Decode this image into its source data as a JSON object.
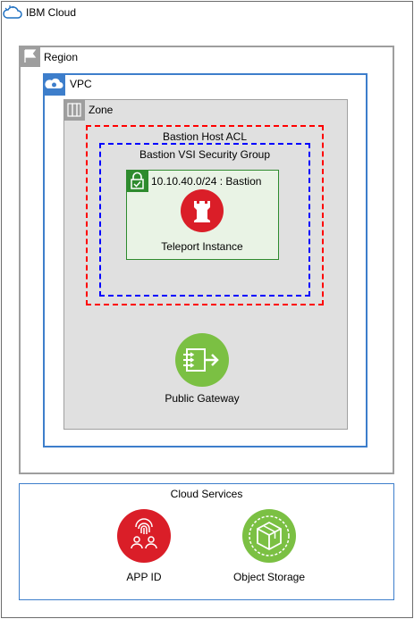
{
  "ibm_cloud": {
    "label": "IBM Cloud"
  },
  "region": {
    "label": "Region"
  },
  "vpc": {
    "label": "VPC"
  },
  "zone": {
    "label": "Zone"
  },
  "acl": {
    "label": "Bastion Host ACL",
    "color": "#ff0000"
  },
  "security_group": {
    "label": "Bastion VSI Security Group",
    "color": "#0000ff"
  },
  "subnet": {
    "label": "10.10.40.0/24 : Bastion",
    "color": "#2e8b2e"
  },
  "teleport": {
    "label": "Teleport Instance",
    "icon": "castle-tower-icon",
    "color": "#da1e28"
  },
  "public_gateway": {
    "label": "Public Gateway",
    "icon": "gateway-icon",
    "color": "#7bc043"
  },
  "cloud_services": {
    "label": "Cloud Services",
    "app_id": {
      "label": "APP ID",
      "icon": "fingerprint-users-icon",
      "color": "#da1e28"
    },
    "object_storage": {
      "label": "Object Storage",
      "icon": "storage-cube-icon",
      "color": "#7bc043"
    }
  }
}
